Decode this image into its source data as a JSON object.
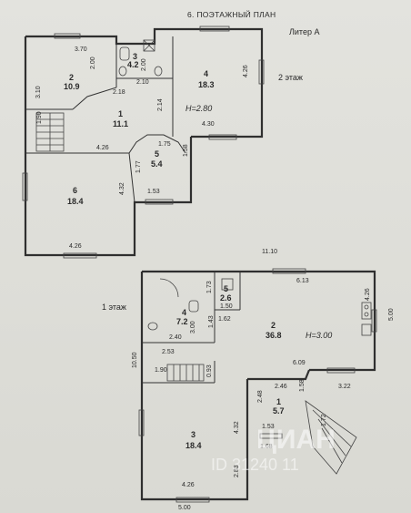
{
  "title": "6.   ПОЭТАЖНЫЙ ПЛАН",
  "litera": "Литер А",
  "floor2": {
    "label": "2 этаж",
    "height": "H=2.80",
    "rooms": [
      {
        "num": "1",
        "area": "11.1"
      },
      {
        "num": "2",
        "area": "10.9"
      },
      {
        "num": "3",
        "area": "4.2"
      },
      {
        "num": "4",
        "area": "18.3"
      },
      {
        "num": "5",
        "area": "5.4"
      },
      {
        "num": "6",
        "area": "18.4"
      }
    ],
    "dims": [
      "3.70",
      "2.00",
      "3.10",
      "1.90",
      "2.18",
      "2.00",
      "2.10",
      "2.14",
      "4.26",
      "4.30",
      "1.75",
      "1.58",
      "1.77",
      "1.53",
      "4.26",
      "4.32",
      "4.26"
    ]
  },
  "floor1": {
    "label": "1 этаж",
    "height": "H=3.00",
    "rooms": [
      {
        "num": "1",
        "area": "5.7"
      },
      {
        "num": "2",
        "area": "36.8"
      },
      {
        "num": "3",
        "area": "18.4"
      },
      {
        "num": "4",
        "area": "7.2"
      },
      {
        "num": "5",
        "area": "2.6"
      }
    ],
    "dims": [
      "11.10",
      "6.13",
      "4.26",
      "5.00",
      "1.73",
      "1.50",
      "1.62",
      "1.43",
      "3.00",
      "2.40",
      "2.53",
      "10.50",
      "1.90",
      "0.93",
      "6.09",
      "2.46",
      "1.58",
      "2.48",
      "3.22",
      "1.72",
      "4.32",
      "1.53",
      "1.68",
      "2.83",
      "4.26",
      "5.00"
    ]
  },
  "watermark": {
    "brand": "ЦИАН",
    "id": "ID 31240 11"
  }
}
